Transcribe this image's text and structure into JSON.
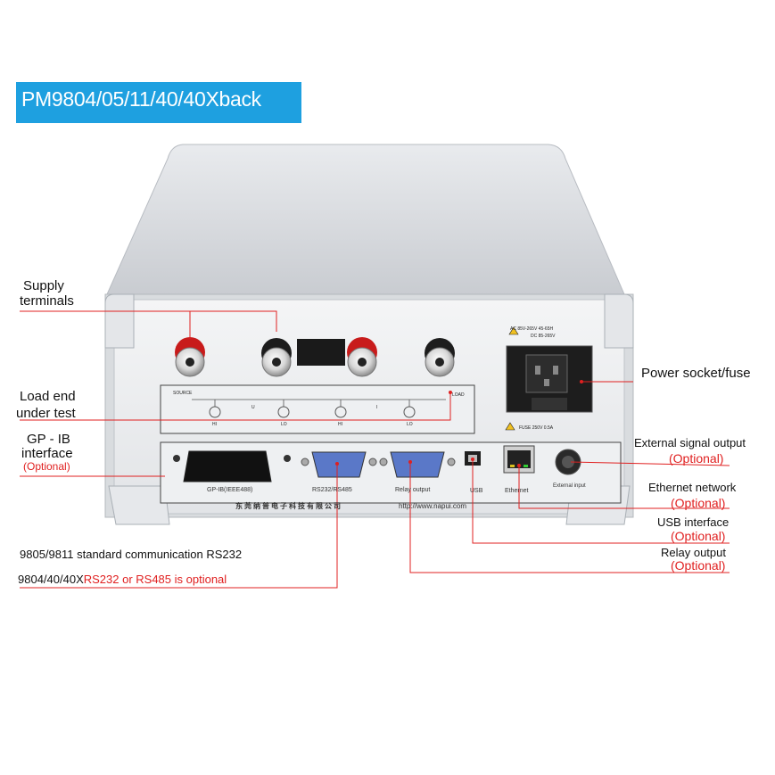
{
  "title": "PM9804/05/11/40/40Xback",
  "callouts": {
    "supply_terminals": [
      "Supply",
      "terminals"
    ],
    "load_end": [
      "Load end",
      "under test"
    ],
    "gpib": [
      "GP - IB",
      "interface"
    ],
    "gpib_optional": "(Optional)",
    "power_socket": "Power socket/fuse",
    "external_signal": "External signal output",
    "external_signal_optional": "(Optional)",
    "ethernet": "Ethernet network",
    "ethernet_optional": "(Optional)",
    "usb": "USB interface",
    "usb_optional": "(Optional)",
    "relay": "Relay output",
    "relay_optional": "(Optional)",
    "rs232_std": "9805/9811 standard communication RS232",
    "rs_opt_prefix": "9804/40/40X",
    "rs_opt_red": "RS232 or RS485 is optional"
  },
  "panel_print": {
    "gpib": "GP-IB(IEEE488)",
    "rs232": "RS232/RS485",
    "relay": "Relay output",
    "usb": "USB",
    "ethernet": "Ethernet",
    "external_input": "External input",
    "url": "http://www.napui.com",
    "company": "东莞纳普电子科技有限公司",
    "power_rating": "AC 85V-265V 45-65H",
    "dc_rating": "DC 85-265V",
    "fuse": "FUSE 250V 0.5A",
    "source": "SOURCE",
    "load": "LOAD",
    "u_label": "U",
    "i_label": "I",
    "hi": "HI",
    "lo": "LO"
  },
  "colors": {
    "banner": "#1ea0e0",
    "callout_line": "#e02020",
    "optional_text": "#e02020"
  }
}
